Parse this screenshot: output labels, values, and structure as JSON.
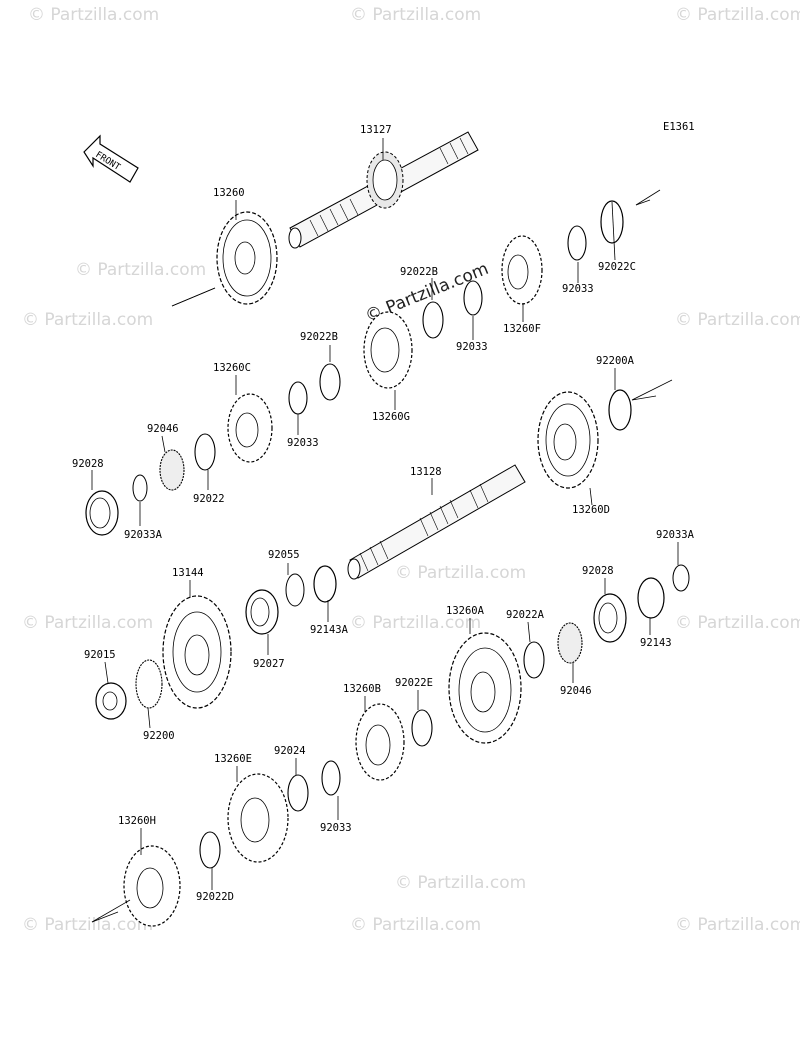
{
  "diagram": {
    "code": "E1361",
    "front_label": "FRONT",
    "watermark": "© Partzilla.com",
    "parts": {
      "p13127": "13127",
      "p13260": "13260",
      "p92022B_1": "92022B",
      "p92022B_2": "92022B",
      "p92022C": "92022C",
      "p92033_1": "92033",
      "p92033_2": "92033",
      "p92033_3": "92033",
      "p92033_4": "92033",
      "p13260F": "13260F",
      "p13260G": "13260G",
      "p13260C": "13260C",
      "p92046_1": "92046",
      "p92046_2": "92046",
      "p92028_1": "92028",
      "p92028_2": "92028",
      "p92022": "92022",
      "p92033A_1": "92033A",
      "p92033A_2": "92033A",
      "p92200A": "92200A",
      "p13128": "13128",
      "p13260D": "13260D",
      "p92055": "92055",
      "p13144": "13144",
      "p92143A": "92143A",
      "p92027": "92027",
      "p92143": "92143",
      "p92015": "92015",
      "p92200": "92200",
      "p13260A": "13260A",
      "p92022A": "92022A",
      "p13260B": "13260B",
      "p92022E": "92022E",
      "p13260E": "13260E",
      "p92024": "92024",
      "p13260H": "13260H",
      "p92022D": "92022D"
    }
  }
}
